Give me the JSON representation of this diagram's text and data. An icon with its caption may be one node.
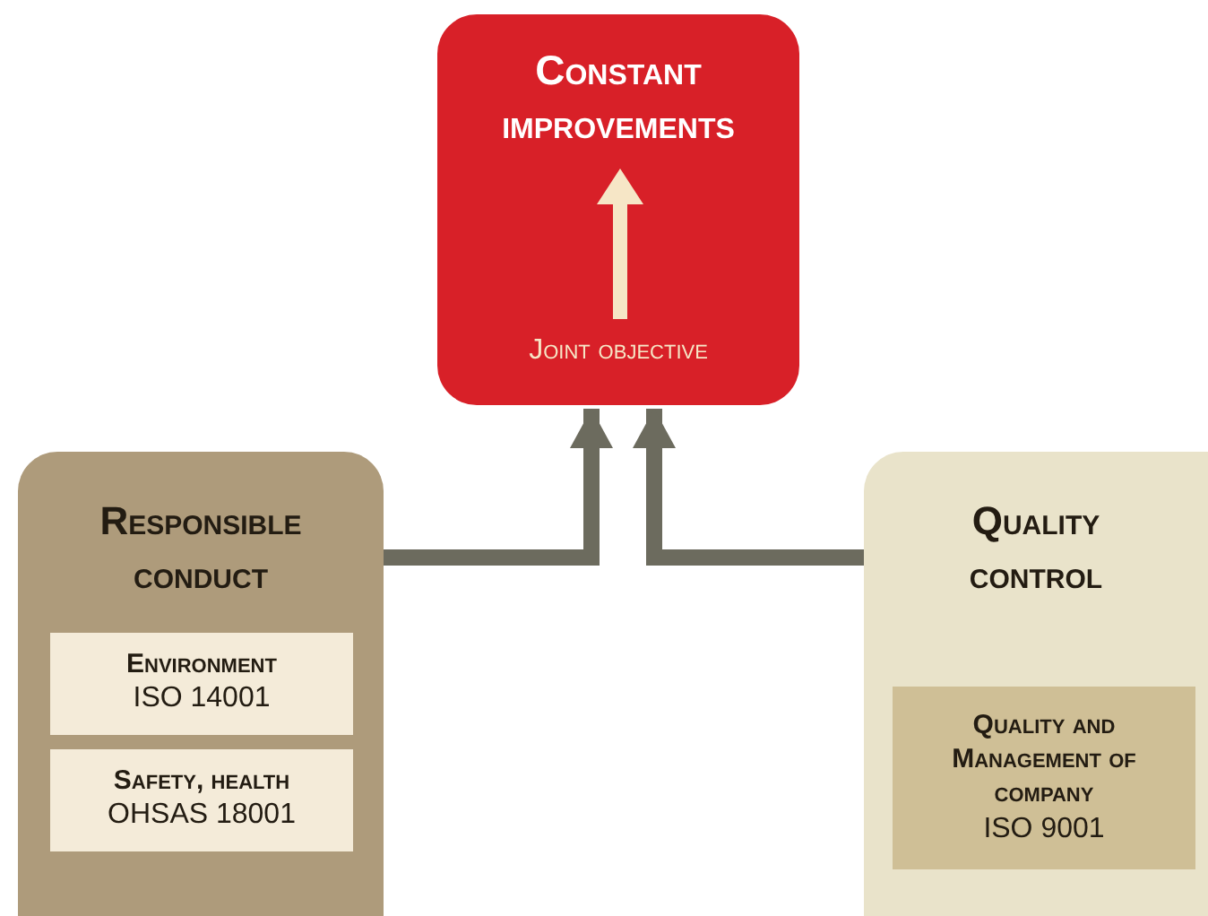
{
  "diagram": {
    "nodes": [
      {
        "text": [
          "Constant improvements",
          "Joint objective"
        ]
      },
      {
        "text": [
          "Responsible conduct"
        ]
      },
      {
        "text": [
          "Environment",
          "ISO 14001"
        ],
        "in": 1
      },
      {
        "text": [
          "Safety, health",
          "OHSAS 18001"
        ],
        "in": 1
      },
      {
        "text": [
          "Quality control"
        ]
      },
      {
        "text": [
          "Quality and Management of company",
          "ISO 9001"
        ],
        "in": 4
      }
    ],
    "edges": [
      {
        "from": 1,
        "to": 0,
        "arrow": "to"
      },
      {
        "from": 4,
        "to": 0,
        "arrow": "to"
      }
    ]
  }
}
